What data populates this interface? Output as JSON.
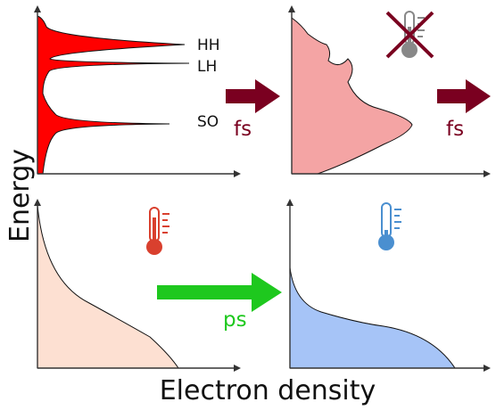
{
  "axis_labels": {
    "y": "Energy",
    "x": "Electron density"
  },
  "peak_labels": [
    "HH",
    "LH",
    "SO"
  ],
  "time_labels": {
    "fs_first": "fs",
    "fs_second": "fs",
    "ps": "ps"
  },
  "colors": {
    "hole_peaks": "#ff0000",
    "nonthermal": "#f4a4a4",
    "hot_thermal": "#fde0d2",
    "cold_thermal": "#a6c4f7",
    "fs_arrow": "#7a0020",
    "ps_arrow": "#1ec81e",
    "hot_thermometer": "#d9402e",
    "cold_thermometer": "#4a8fd0",
    "crossed_thermometer": "#888888",
    "cross": "#7a0020"
  },
  "icons": [
    "thermometer-crossed-icon",
    "thermometer-hot-icon",
    "thermometer-cold-icon"
  ]
}
